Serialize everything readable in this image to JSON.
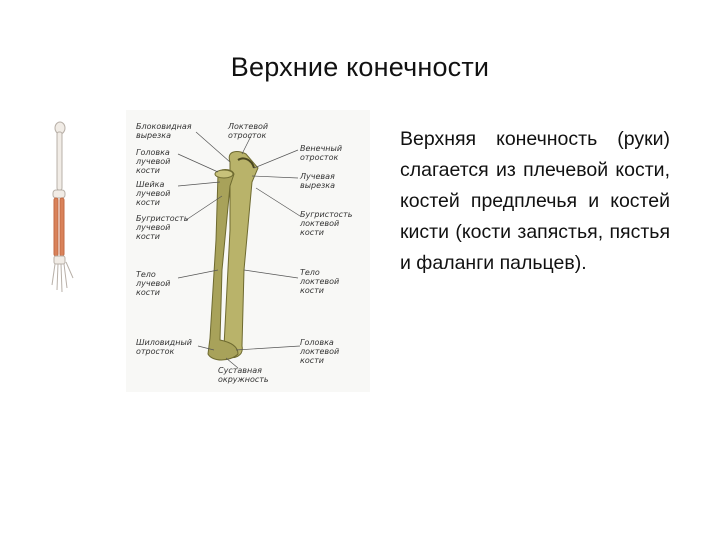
{
  "slide": {
    "title": "Верхние конечности",
    "body": "Верхняя конечность (руки) слагается из плечевой кости, костей предплечья и костей кисти (кости запястья, пястья и фаланги пальцев)."
  },
  "figure": {
    "labels_left": [
      "Блоковидная\nвырезка",
      "Головка\nлучевой\nкости",
      "Шейка\nлучевой\nкости",
      "Бугристость\nлучевой\nкости",
      "Тело\nлучевой\nкости",
      "Шиловидный\nотросток"
    ],
    "labels_top": "Локтевой\nотросток",
    "labels_right": [
      "Венечный\nотросток",
      "Лучевая\nвырезка",
      "Бугристость\nлоктевой\nкости",
      "Тело\nлоктевой\nкости",
      "Головка\nлоктевой\nкости"
    ],
    "labels_bottom": "Суставная\nокружность",
    "colors": {
      "bone": "#b9b36a",
      "bone_dark": "#7d7838",
      "background": "#f8f8f6",
      "skeleton_highlight": "#d9825a"
    }
  }
}
